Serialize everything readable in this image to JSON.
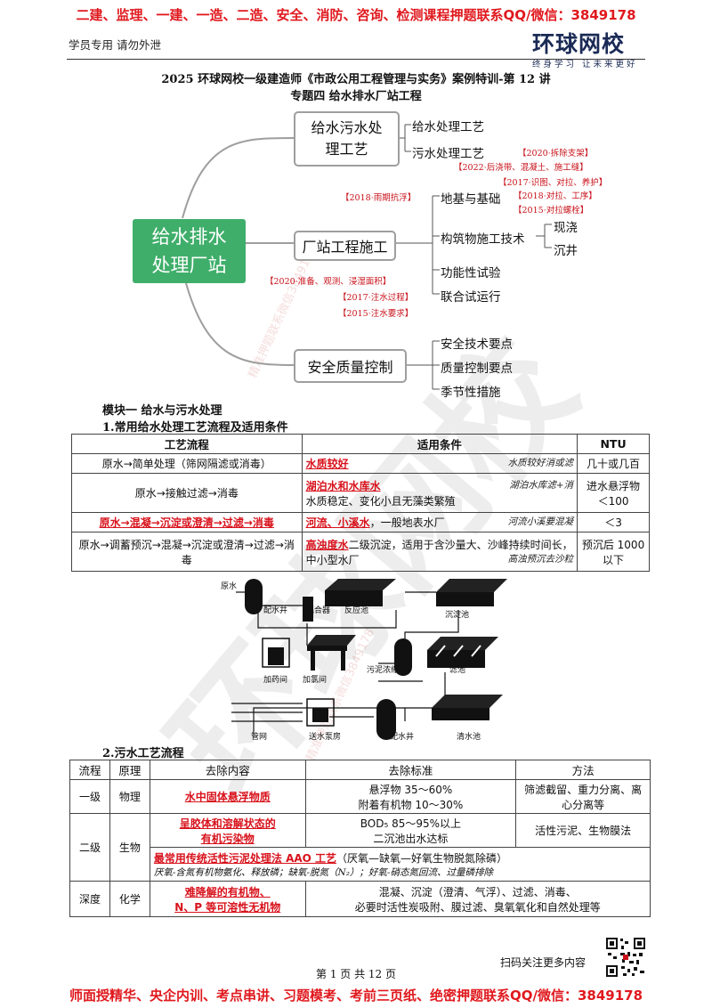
{
  "banner_top": "二建、监理、一建、一造、二造、安全、消防、咨询、检测课程押题联系QQ/微信：3849178",
  "header": {
    "left": "学员专用 请勿外泄",
    "logo_main": "环球网校",
    "logo_sub": "终身学习 让未来更好"
  },
  "title": "2025 环球网校一级建造师《市政公用工程管理与实务》案例特训-第 12 讲",
  "subtitle": "专题四 给水排水厂站工程",
  "mindmap": {
    "root": "给水排水处理厂站",
    "branch1": "给水污水处理工艺",
    "branch1_items": [
      "给水处理工艺",
      "污水处理工艺"
    ],
    "branch2": "厂站工程施工",
    "branch2_items": [
      "地基与基础",
      "构筑物施工技术",
      "功能性试验",
      "联合试运行"
    ],
    "branch2_sub": [
      "现浇",
      "沉井"
    ],
    "branch3": "安全质量控制",
    "branch3_items": [
      "安全技术要点",
      "质量控制要点",
      "季节性措施"
    ],
    "tags": {
      "t1": "【2020·拆除支架】",
      "t2": "【2022·后浇带、混凝土、施工缝】",
      "t3": "【2017·识图、对拉、养护】",
      "t4": "【2018·对拉、工序】",
      "t5": "【2015·对拉螺栓】",
      "t6": "【2018·雨期抗浮】",
      "t7": "【2020·准备、观测、浸湿面积】",
      "t8": "【2017·注水过程】",
      "t9": "【2015·注水要求】"
    }
  },
  "module1": "模块一 给水与污水处理",
  "section1": "1.常用给水处理工艺流程及适用条件",
  "table1": {
    "headers": [
      "工艺流程",
      "适用条件",
      "NTU"
    ],
    "rows": [
      {
        "flow": "原水→简单处理（筛网隔滤或消毒）",
        "cond_red": "水质较好",
        "cond_text": "",
        "note": "水质较好消或滤",
        "ntu": "几十或几百"
      },
      {
        "flow": "原水→接触过滤→消毒",
        "cond_red": "湖泊水和水库水",
        "cond_text": "水质稳定、变化小且无藻类繁殖",
        "note": "湖泊水库滤+消",
        "ntu": "进水悬浮物＜100"
      },
      {
        "flow": "原水→混凝→沉淀或澄清→过滤→消毒",
        "cond_red": "河流、小溪水",
        "cond_text": "，一般地表水厂",
        "note": "河流小溪要混凝",
        "ntu": "＜3"
      },
      {
        "flow": "原水→调蓄预沉→混凝→沉淀或澄清→过滤→消毒",
        "cond_red": "高浊度水",
        "cond_text": "二级沉淀，适用于含沙量大、沙峰持续时间长，中小型水厂",
        "note": "高浊预沉去沙粒",
        "ntu": "预沉后 1000 以下"
      }
    ]
  },
  "diagram_labels": [
    "原水",
    "配水井",
    "混合器",
    "反应池",
    "沉淀池",
    "加药间",
    "加氯间",
    "污泥浓缩",
    "滤池",
    "管网",
    "送水泵房",
    "配水井",
    "清水池"
  ],
  "section2": "2.污水工艺流程",
  "table2": {
    "headers": [
      "流程",
      "原理",
      "去除内容",
      "去除标准",
      "方法"
    ],
    "r1": {
      "stage": "一级",
      "principle": "物理",
      "content": "水中固体悬浮物质",
      "standard1": "悬浮物 35～60%",
      "standard2": "附着有机物 10～30%",
      "method": "筛滤截留、重力分离、离心分离等"
    },
    "r2": {
      "stage": "二级",
      "principle": "生物",
      "content1": "呈胶体和溶解状态的",
      "content2": "有机污染物",
      "standard1": "BOD₅ 85～95%以上",
      "standard2": "二沉池出水达标",
      "method": "活性污泥、生物膜法",
      "aao_red": "最常用传统活性污泥处理法 AAO 工艺",
      "aao_text": "（厌氧—缺氧—好氧生物脱氮除磷）",
      "aao_note": "厌氧-含氮有机物氨化、释放磷；缺氧-脱氮（N₂）；好氧-硝态氮回流、过量磷排除"
    },
    "r3": {
      "stage": "深度",
      "principle": "化学",
      "content1": "难降解的有机物、",
      "content2": "N、P 等可溶性无机物",
      "method1": "混凝、沉淀（澄清、气浮）、过滤、消毒、",
      "method2": "必要时活性炭吸附、膜过滤、臭氧氧化和自然处理等"
    }
  },
  "footer": {
    "qr_caption": "扫码关注更多内容",
    "page": "第 1 页 共 12 页",
    "banner_bottom": "师面授精华、央企内训、考点串讲、习题模考、考前三页纸、绝密押题联系QQ/微信：3849178"
  },
  "watermark": "环球网校",
  "watermark_small": "精准押题联系微信3849178"
}
